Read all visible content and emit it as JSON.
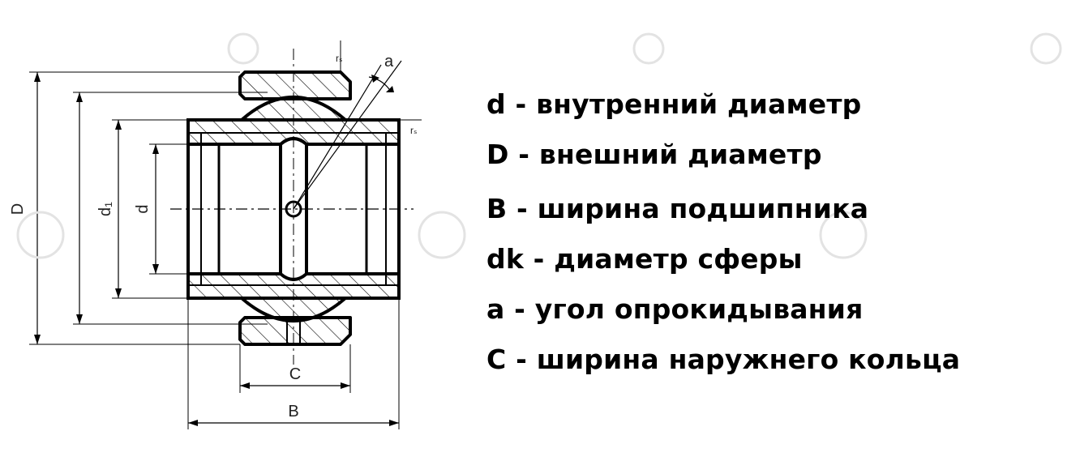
{
  "diagram": {
    "labels": {
      "outer_diameter": "D",
      "sphere_diameter": "d₁",
      "inner_diameter": "d",
      "inner_width": "B",
      "outer_width": "C",
      "angle": "a",
      "radius_top": "rₛ",
      "radius_right": "rₛ"
    }
  },
  "legend": {
    "items": [
      "d - внутренний диаметр",
      "D - внешний диаметр",
      "B - ширина подшипника",
      "dk - диаметр сферы",
      "a - угол опрокидывания",
      "C - ширина наружнего кольца"
    ]
  },
  "colors": {
    "line": "#000000",
    "text": "#000000",
    "watermark": "#e6e6e6"
  }
}
